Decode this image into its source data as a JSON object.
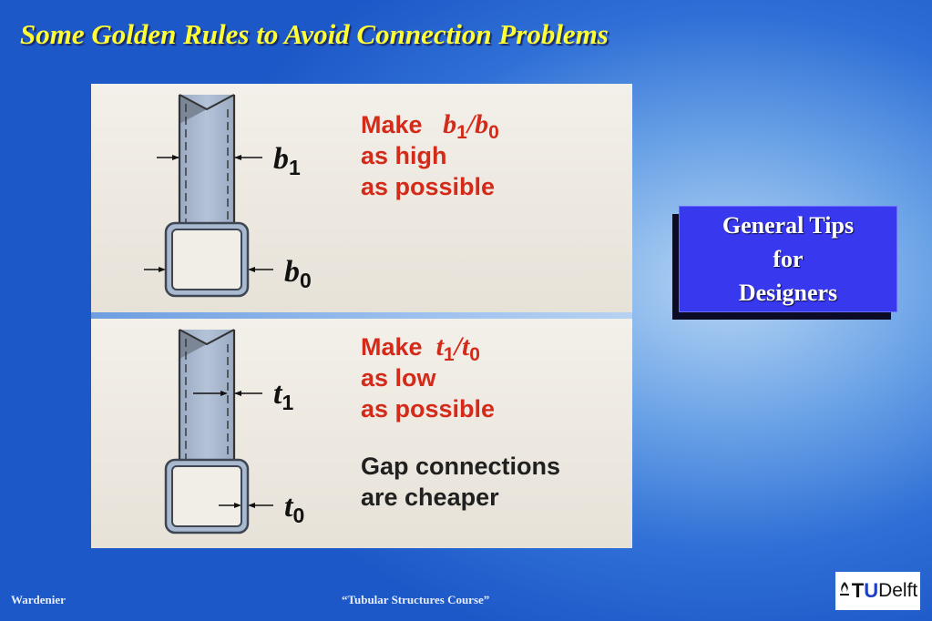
{
  "slide": {
    "title": "Some Golden Rules to Avoid Connection Problems"
  },
  "rule1": {
    "make": "Make",
    "symbol_a": "b",
    "sub_a": "1",
    "slash": "/",
    "symbol_b": "b",
    "sub_b": "0",
    "line2": "as high",
    "line3": "as possible",
    "label_top": {
      "symbol": "b",
      "sub": "1"
    },
    "label_bottom": {
      "symbol": "b",
      "sub": "0"
    }
  },
  "rule2": {
    "make": "Make",
    "symbol_a": "t",
    "sub_a": "1",
    "slash": "/",
    "symbol_b": "t",
    "sub_b": "0",
    "line2": "as low",
    "line3": "as possible",
    "note_line1": "Gap connections",
    "note_line2": "are cheaper",
    "label_top": {
      "symbol": "t",
      "sub": "1"
    },
    "label_bottom": {
      "symbol": "t",
      "sub": "0"
    }
  },
  "tips_box": {
    "line1": "General Tips",
    "line2": "for",
    "line3": "Designers"
  },
  "footer": {
    "author": "Wardenier",
    "course": "“Tubular Structures Course”",
    "logo_tu_t": "T",
    "logo_tu_u": "U",
    "logo_delft": "Delft"
  },
  "colors": {
    "title": "#ffff33",
    "rule_text": "#d42a1a",
    "tips_box": "#3838ef",
    "member_fill": "#a9b9cf",
    "member_stroke": "#5a6676"
  }
}
